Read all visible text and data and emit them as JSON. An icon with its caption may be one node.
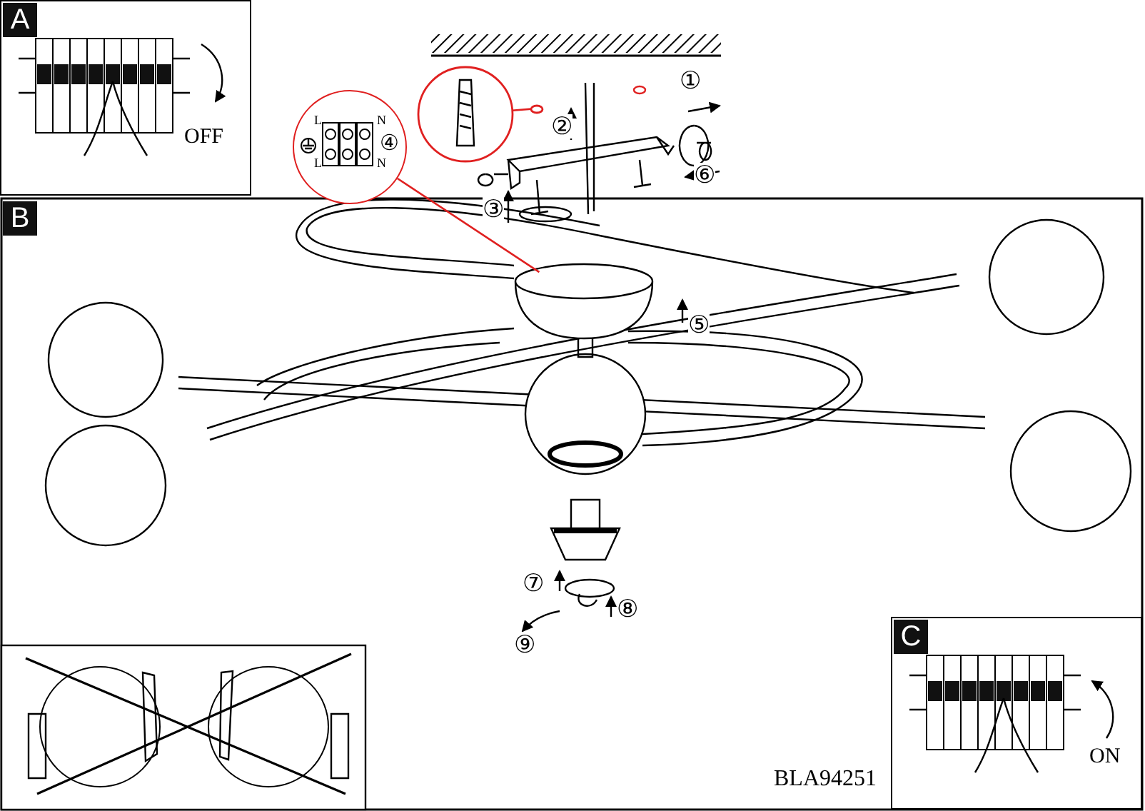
{
  "diagram": {
    "nodes": [
      {
        "text": [
          "A",
          "OFF"
        ]
      },
      {
        "text": [
          "C",
          "ON"
        ]
      },
      {
        "text": [
          "L",
          "N",
          "④",
          "L",
          "N"
        ]
      },
      {
        "text": [],
        "shape": "picture"
      },
      {
        "text": [],
        "shape": "circle"
      },
      {
        "text": [],
        "shape": "circle"
      }
    ],
    "edges": [
      {
        "from": 2,
        "to": 3,
        "arrow": "none",
        "color": "#e02020"
      },
      {
        "from": 4,
        "to": 5,
        "arrow": "none",
        "color": "#e02020"
      }
    ],
    "labels": [
      "B",
      "①",
      "②",
      "⑥",
      "③",
      "⑤",
      "⑦",
      "⑧",
      "⑨",
      "BLA94251"
    ]
  }
}
